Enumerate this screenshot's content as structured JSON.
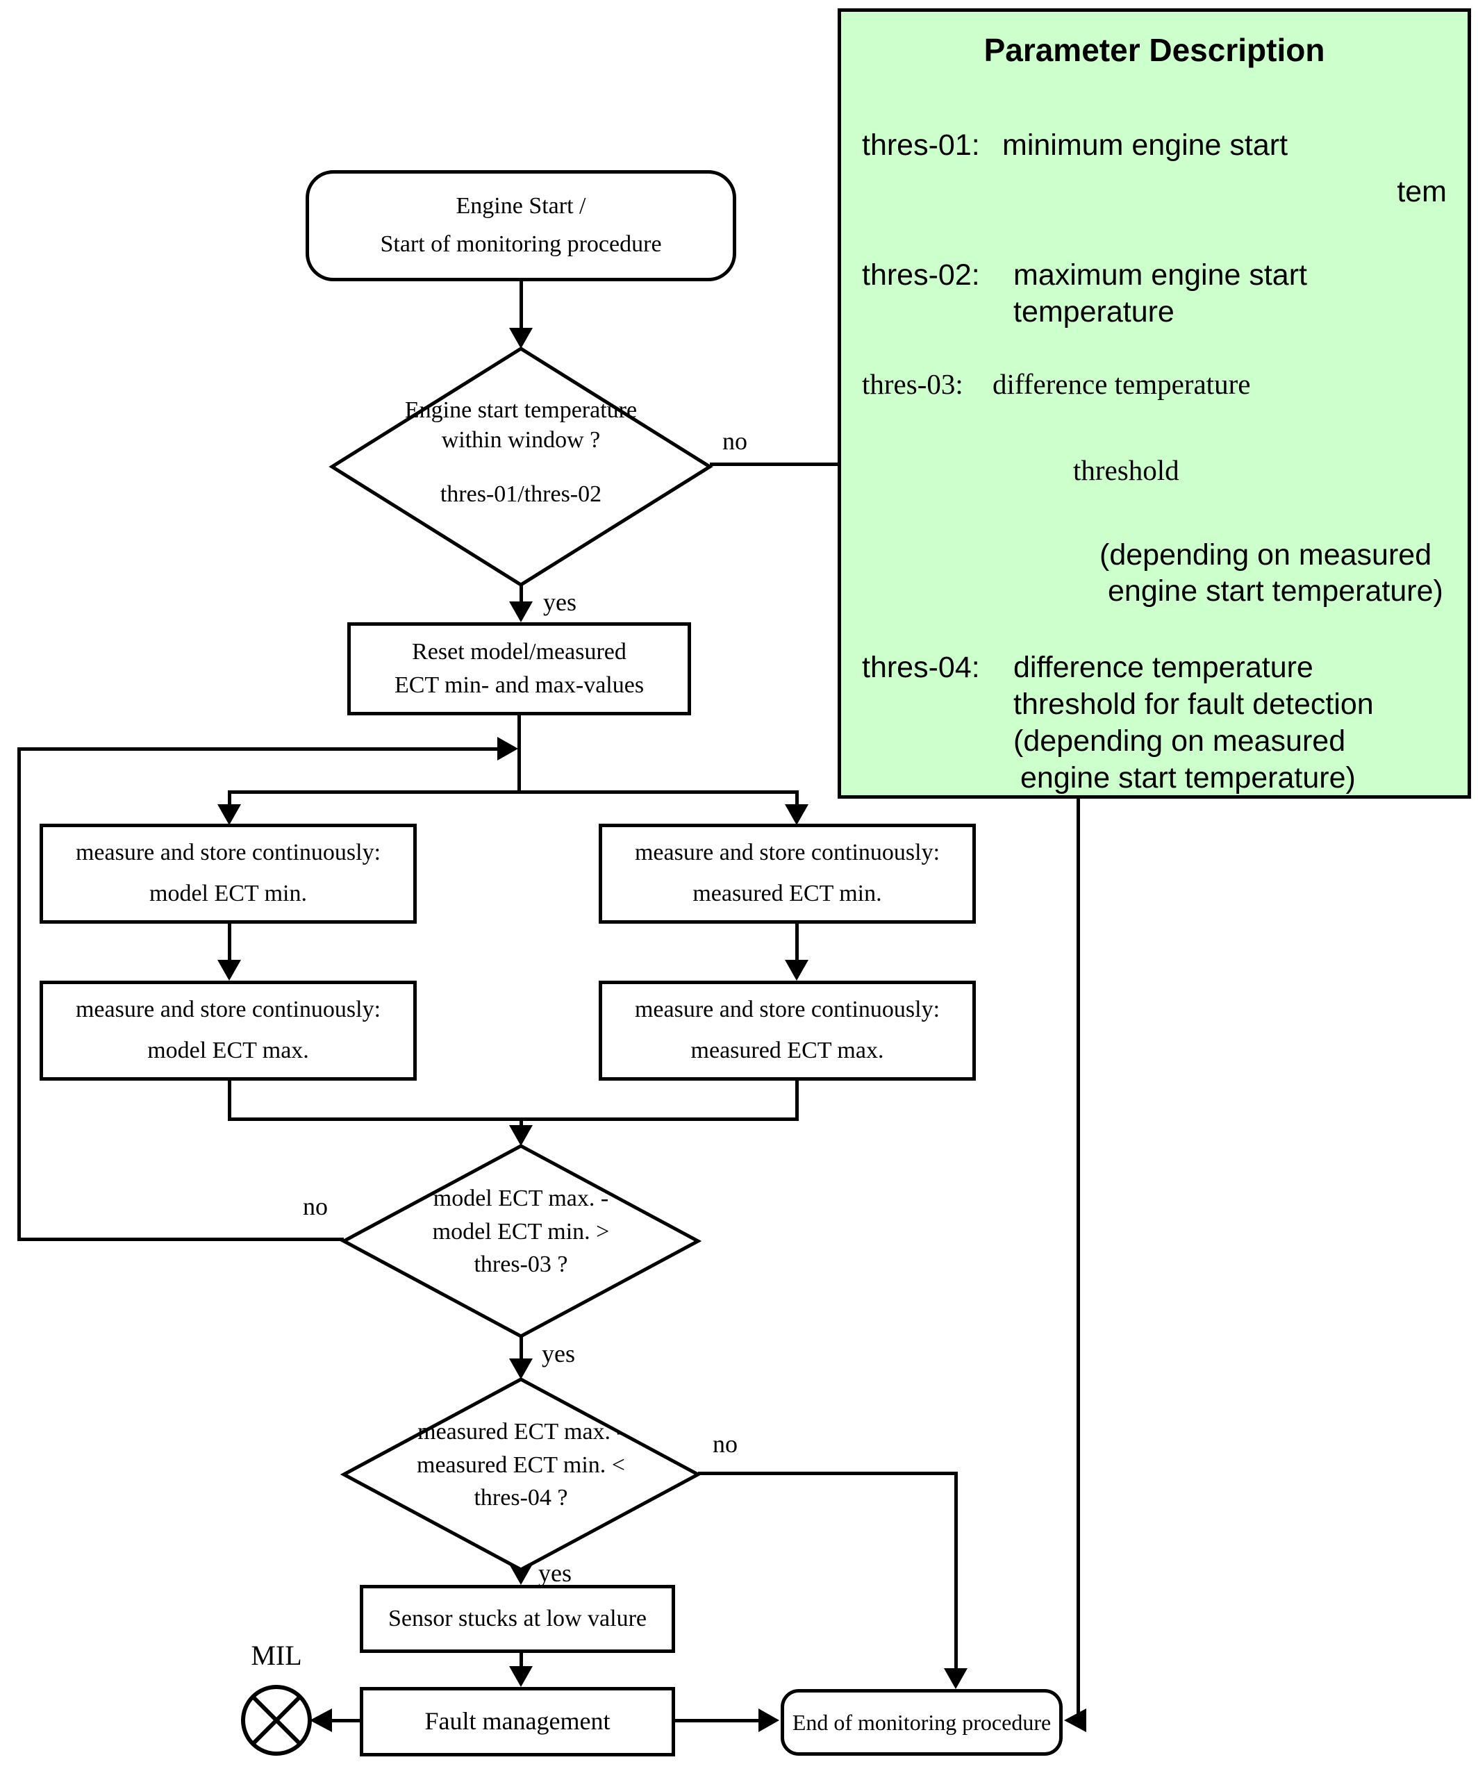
{
  "panel": {
    "title": "Parameter Description",
    "bg": "#ccffcc",
    "thres01_id": "thres-01:",
    "thres01_desc": "minimum engine start",
    "thres01_fragment": "tem",
    "thres02_id": "thres-02:",
    "thres02_line1": "maximum engine start",
    "thres02_line2": "temperature",
    "thres03_id": "thres-03:",
    "thres03_line1": "difference temperature",
    "thres03_line2": "threshold",
    "thres03_note1": "(depending on measured",
    "thres03_note2": "engine start temperature)",
    "thres04_id": "thres-04:",
    "thres04_line1": "difference temperature",
    "thres04_line2": "threshold for fault detection",
    "thres04_line3": "(depending on measured",
    "thres04_line4": "engine start temperature)"
  },
  "flow": {
    "start_line1": "Engine Start /",
    "start_line2": "Start of monitoring procedure",
    "d1_line1": "Engine start temperature",
    "d1_line2": "within window ?",
    "d1_line3": "thres-01/thres-02",
    "d1_no": "no",
    "d1_yes": "yes",
    "reset_line1": "Reset model/measured",
    "reset_line2": "ECT min- and max-values",
    "m1_line1": "measure and store continuously:",
    "m1_line2": "model ECT min.",
    "m2_line1": "measure and store continuously:",
    "m2_line2": "model ECT max.",
    "m3_line1": "measure and store continuously:",
    "m3_line2": "measured ECT min.",
    "m4_line1": "measure and store continuously:",
    "m4_line2": "measured ECT max.",
    "d2_line1": "model  ECT max. -",
    "d2_line2": "model ECT min. >",
    "d2_line3": "thres-03 ?",
    "d2_no": "no",
    "d2_yes": "yes",
    "d3_line1": "measured  ECT max. -",
    "d3_line2": "measured ECT min. <",
    "d3_line3": "thres-04 ?",
    "d3_no": "no",
    "d3_yes": "yes",
    "sensor": "Sensor stucks at low valure",
    "fault": "Fault management",
    "end": "End of monitoring procedure",
    "mil": "MIL"
  }
}
